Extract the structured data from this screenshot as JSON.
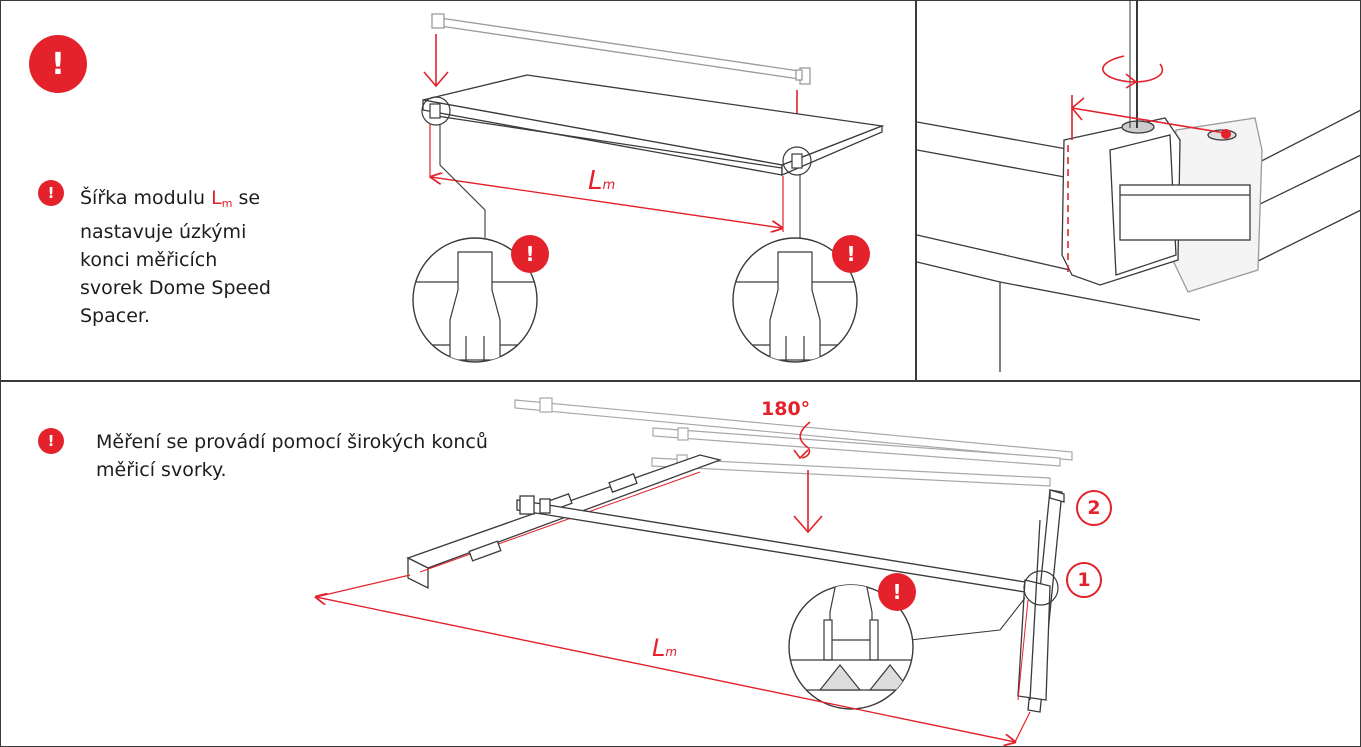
{
  "colors": {
    "accent": "#e3222b",
    "line": "#3a3a3a",
    "text": "#1d1d1b"
  },
  "icons": {
    "warning": "exclamation-circle",
    "rotate": "rotation-arrow"
  },
  "top_left": {
    "alert_symbol": "!",
    "note": {
      "text_before": "Šířka modulu ",
      "symbol": "L",
      "subscript": "m",
      "text_after": " se nastavuje úzkými konci měřicích svorek Dome Speed Spacer."
    },
    "dimension_symbol": "L",
    "dimension_subscript": "m"
  },
  "bottom": {
    "note": "Měření se provádí pomocí širokých konců měřicí svorky.",
    "rotation_label": "180°",
    "step_badges": [
      "2",
      "1"
    ],
    "dimension_symbol": "L",
    "dimension_subscript": "m"
  }
}
